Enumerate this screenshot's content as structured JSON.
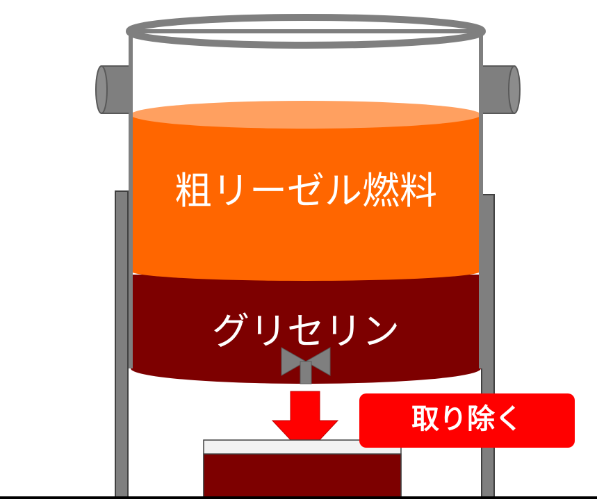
{
  "layers": {
    "upper_label": "粗リーゼル燃料",
    "lower_label": "グリセリン"
  },
  "callout": {
    "label": "取り除く"
  },
  "colors": {
    "crude_biodiesel": "#ff6600",
    "crude_biodiesel_surface": "#ffa060",
    "glycerin": "#7d0000",
    "callout_red": "#ff0000",
    "arrow_red": "#ff0000",
    "metal_gray": "#7f7f7f",
    "metal_dark": "#404040",
    "tray_rim": "#f2f2f2",
    "ground_line": "#000000"
  }
}
